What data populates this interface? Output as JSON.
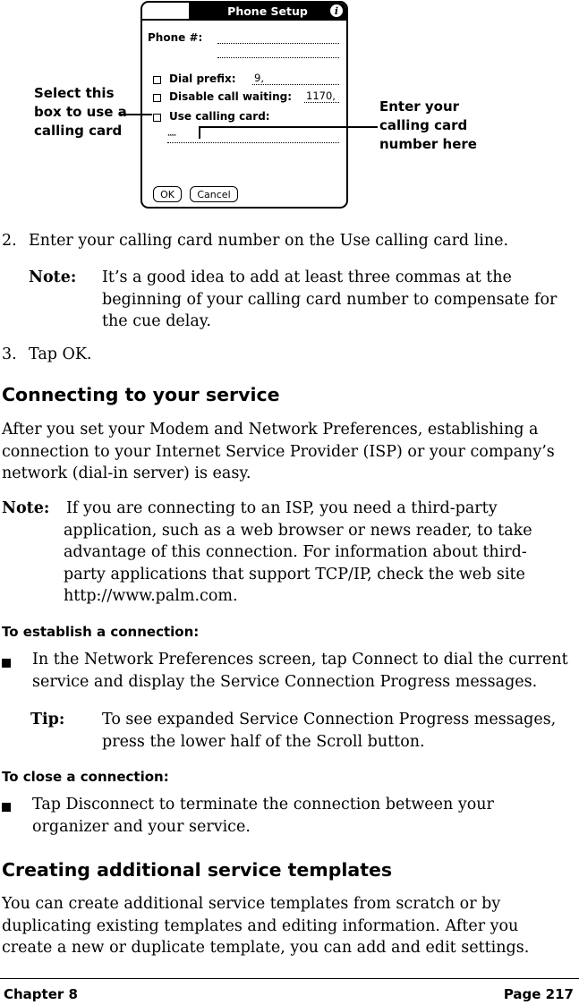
{
  "figure": {
    "window_title": "Phone Setup",
    "info_icon": "i",
    "phone_label": "Phone #:",
    "phone_value": "",
    "dial_prefix_label": "Dial prefix:",
    "dial_prefix_value": "9,",
    "disable_call_waiting_label": "Disable call waiting:",
    "disable_call_waiting_value": "1170,",
    "use_calling_card_label": "Use calling card:",
    "calling_card_value": ",,,,,",
    "ok_button": "OK",
    "cancel_button": "Cancel",
    "callout_left": [
      "Select this",
      "box to use a",
      "calling card"
    ],
    "callout_right": [
      "Enter your",
      "calling card",
      "number here"
    ]
  },
  "steps": [
    {
      "number": "2.",
      "text": "Enter your calling card number on the Use calling card line."
    },
    {
      "number": "3.",
      "text": "Tap OK."
    }
  ],
  "note1": {
    "label": "Note:",
    "lines": [
      "It’s a good idea to add at least three commas at the",
      "beginning of your calling card number to compensate for",
      "the cue delay."
    ]
  },
  "section1": {
    "heading": "Connecting to your service",
    "para": [
      "After you set your Modem and Network Preferences, establishing a",
      "connection to your Internet Service Provider (ISP) or your company’s",
      "network (dial-in server) is easy."
    ],
    "note": {
      "label": "Note:",
      "first": "If you are connecting to an ISP, you need a third-party",
      "lines": [
        "application, such as a web browser or news reader, to take",
        "advantage of this connection. For information about third-",
        "party applications that support TCP/IP, check the web site",
        "http://www.palm.com."
      ]
    },
    "proc1": {
      "heading": "To establish a connection:",
      "bullet": [
        "In the Network Preferences screen, tap Connect to dial the current",
        "service and display the Service Connection Progress messages."
      ],
      "tip_label": "Tip:",
      "tip": [
        "To see expanded Service Connection Progress messages,",
        "press the lower half of the Scroll button."
      ]
    },
    "proc2": {
      "heading": "To close a connection:",
      "bullet": [
        "Tap Disconnect to terminate the connection between your",
        "organizer and your service."
      ]
    }
  },
  "section2": {
    "heading": "Creating additional service templates",
    "para": [
      "You can create additional service templates from scratch or by",
      "duplicating existing templates and editing information. After you",
      "create a new or duplicate template, you can add and edit settings."
    ]
  },
  "footer": {
    "chapter": "Chapter 8",
    "page": "Page 217"
  }
}
